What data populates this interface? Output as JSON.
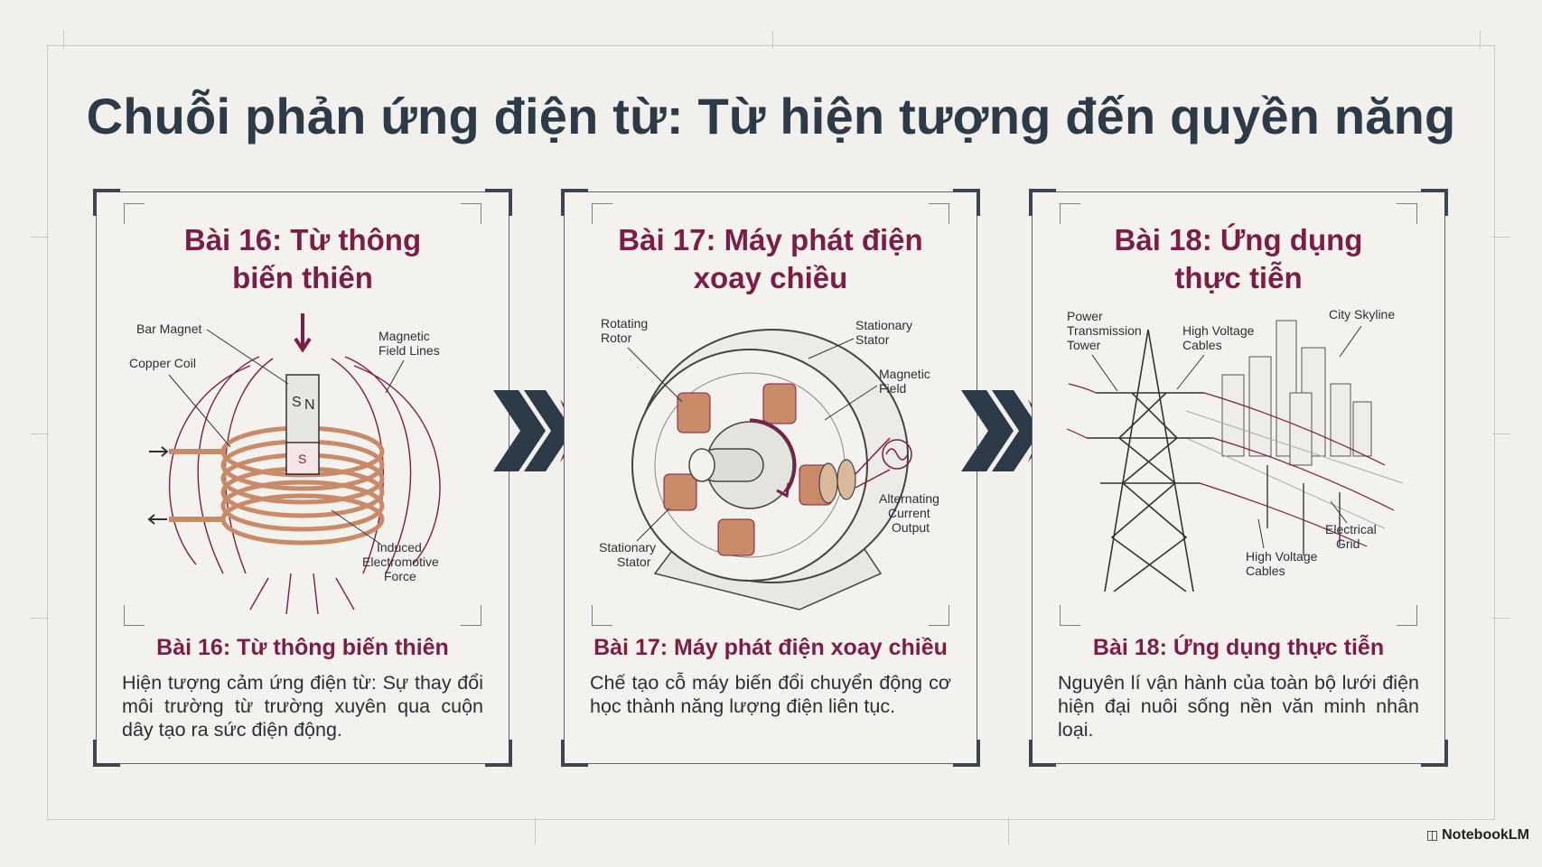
{
  "title": "Chuỗi phản ứng điện từ: Từ hiện tượng đến quyền năng",
  "panels": [
    {
      "title_line1": "Bài 16: Từ thông",
      "title_line2": "biến thiên",
      "subtitle": "Bài 16: Từ thông biến thiên",
      "description": "Hiện tượng cảm ứng điện từ: Sự thay đổi môi trường từ trường xuyên qua cuộn dây tạo ra sức điện động.",
      "labels": {
        "bar_magnet": "Bar Magnet",
        "copper_coil": "Copper Coil",
        "magnetic_field_lines_1": "Magnetic",
        "magnetic_field_lines_2": "Field Lines",
        "induced_1": "Induced",
        "induced_2": "Electromotive",
        "induced_3": "Force",
        "pole_s": "S",
        "pole_n": "N"
      }
    },
    {
      "title_line1": "Bài 17: Máy phát điện",
      "title_line2": "xoay chiều",
      "subtitle": "Bài 17: Máy phát điện xoay chiều",
      "description": "Chế tạo cỗ máy biến đổi chuyển động cơ học thành năng lượng điện liên tục.",
      "labels": {
        "rotating_rotor_1": "Rotating",
        "rotating_rotor_2": "Rotor",
        "stationary_stator_top_1": "Stationary",
        "stationary_stator_top_2": "Stator",
        "magnetic_field_1": "Magnetic",
        "magnetic_field_2": "Field",
        "ac_output_1": "Alternating",
        "ac_output_2": "Current",
        "ac_output_3": "Output",
        "stationary_stator_bottom_1": "Stationary",
        "stationary_stator_bottom_2": "Stator"
      }
    },
    {
      "title_line1": "Bài 18: Ứng dụng",
      "title_line2": "thực tiễn",
      "subtitle": "Bài 18: Ứng dụng thực tiễn",
      "description": "Nguyên lí vận hành của toàn bộ lưới điện hiện đại nuôi sống nền văn minh nhân loại.",
      "labels": {
        "tower_1": "Power",
        "tower_2": "Transmission",
        "tower_3": "Tower",
        "hv_cables_top_1": "High Voltage",
        "hv_cables_top_2": "Cables",
        "city_skyline": "City Skyline",
        "electrical_grid_1": "Electrical",
        "electrical_grid_2": "Grid",
        "hv_cables_bottom_1": "High Voltage",
        "hv_cables_bottom_2": "Cables"
      }
    }
  ],
  "logo": "NotebookLM",
  "colors": {
    "background": "#f1f0ec",
    "title": "#2d3a48",
    "accent": "#7c1d45",
    "copper": "#c98a68",
    "chevron_dark": "#2d3a48",
    "chevron_accent": "#7c1d45"
  }
}
